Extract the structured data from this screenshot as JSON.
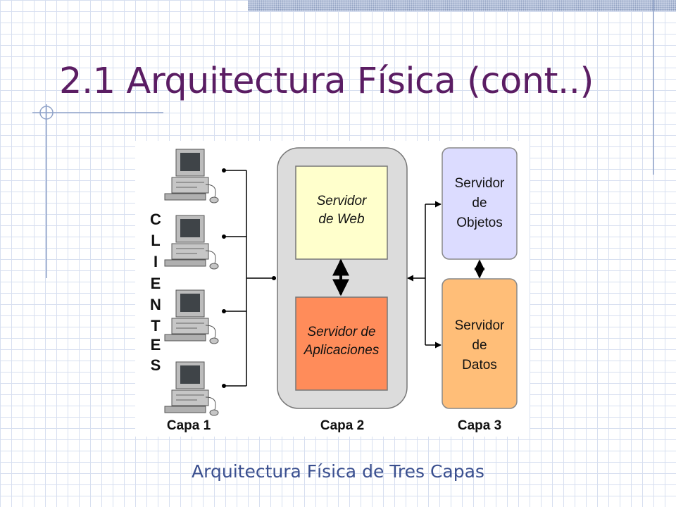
{
  "slide": {
    "title": "2.1 Arquitectura Física (cont..)",
    "caption": "Arquitectura Física de Tres Capas"
  },
  "diagram": {
    "client_label_letters": [
      "C",
      "L",
      "I",
      "E",
      "N",
      "T",
      "E",
      "S"
    ],
    "web_server": [
      "Servidor",
      "de Web"
    ],
    "app_server": [
      "Servidor de",
      "Aplicaciones"
    ],
    "object_server": [
      "Servidor",
      "de",
      "Objetos"
    ],
    "data_server": [
      "Servidor",
      "de",
      "Datos"
    ],
    "tiers": [
      "Capa 1",
      "Capa 2",
      "Capa 3"
    ],
    "colors": {
      "tier2_panel": "#dcdcdc",
      "web_server": "#ffffcc",
      "app_server": "#ff8c5a",
      "object_server": "#dcdcff",
      "data_server": "#ffbe78"
    }
  }
}
